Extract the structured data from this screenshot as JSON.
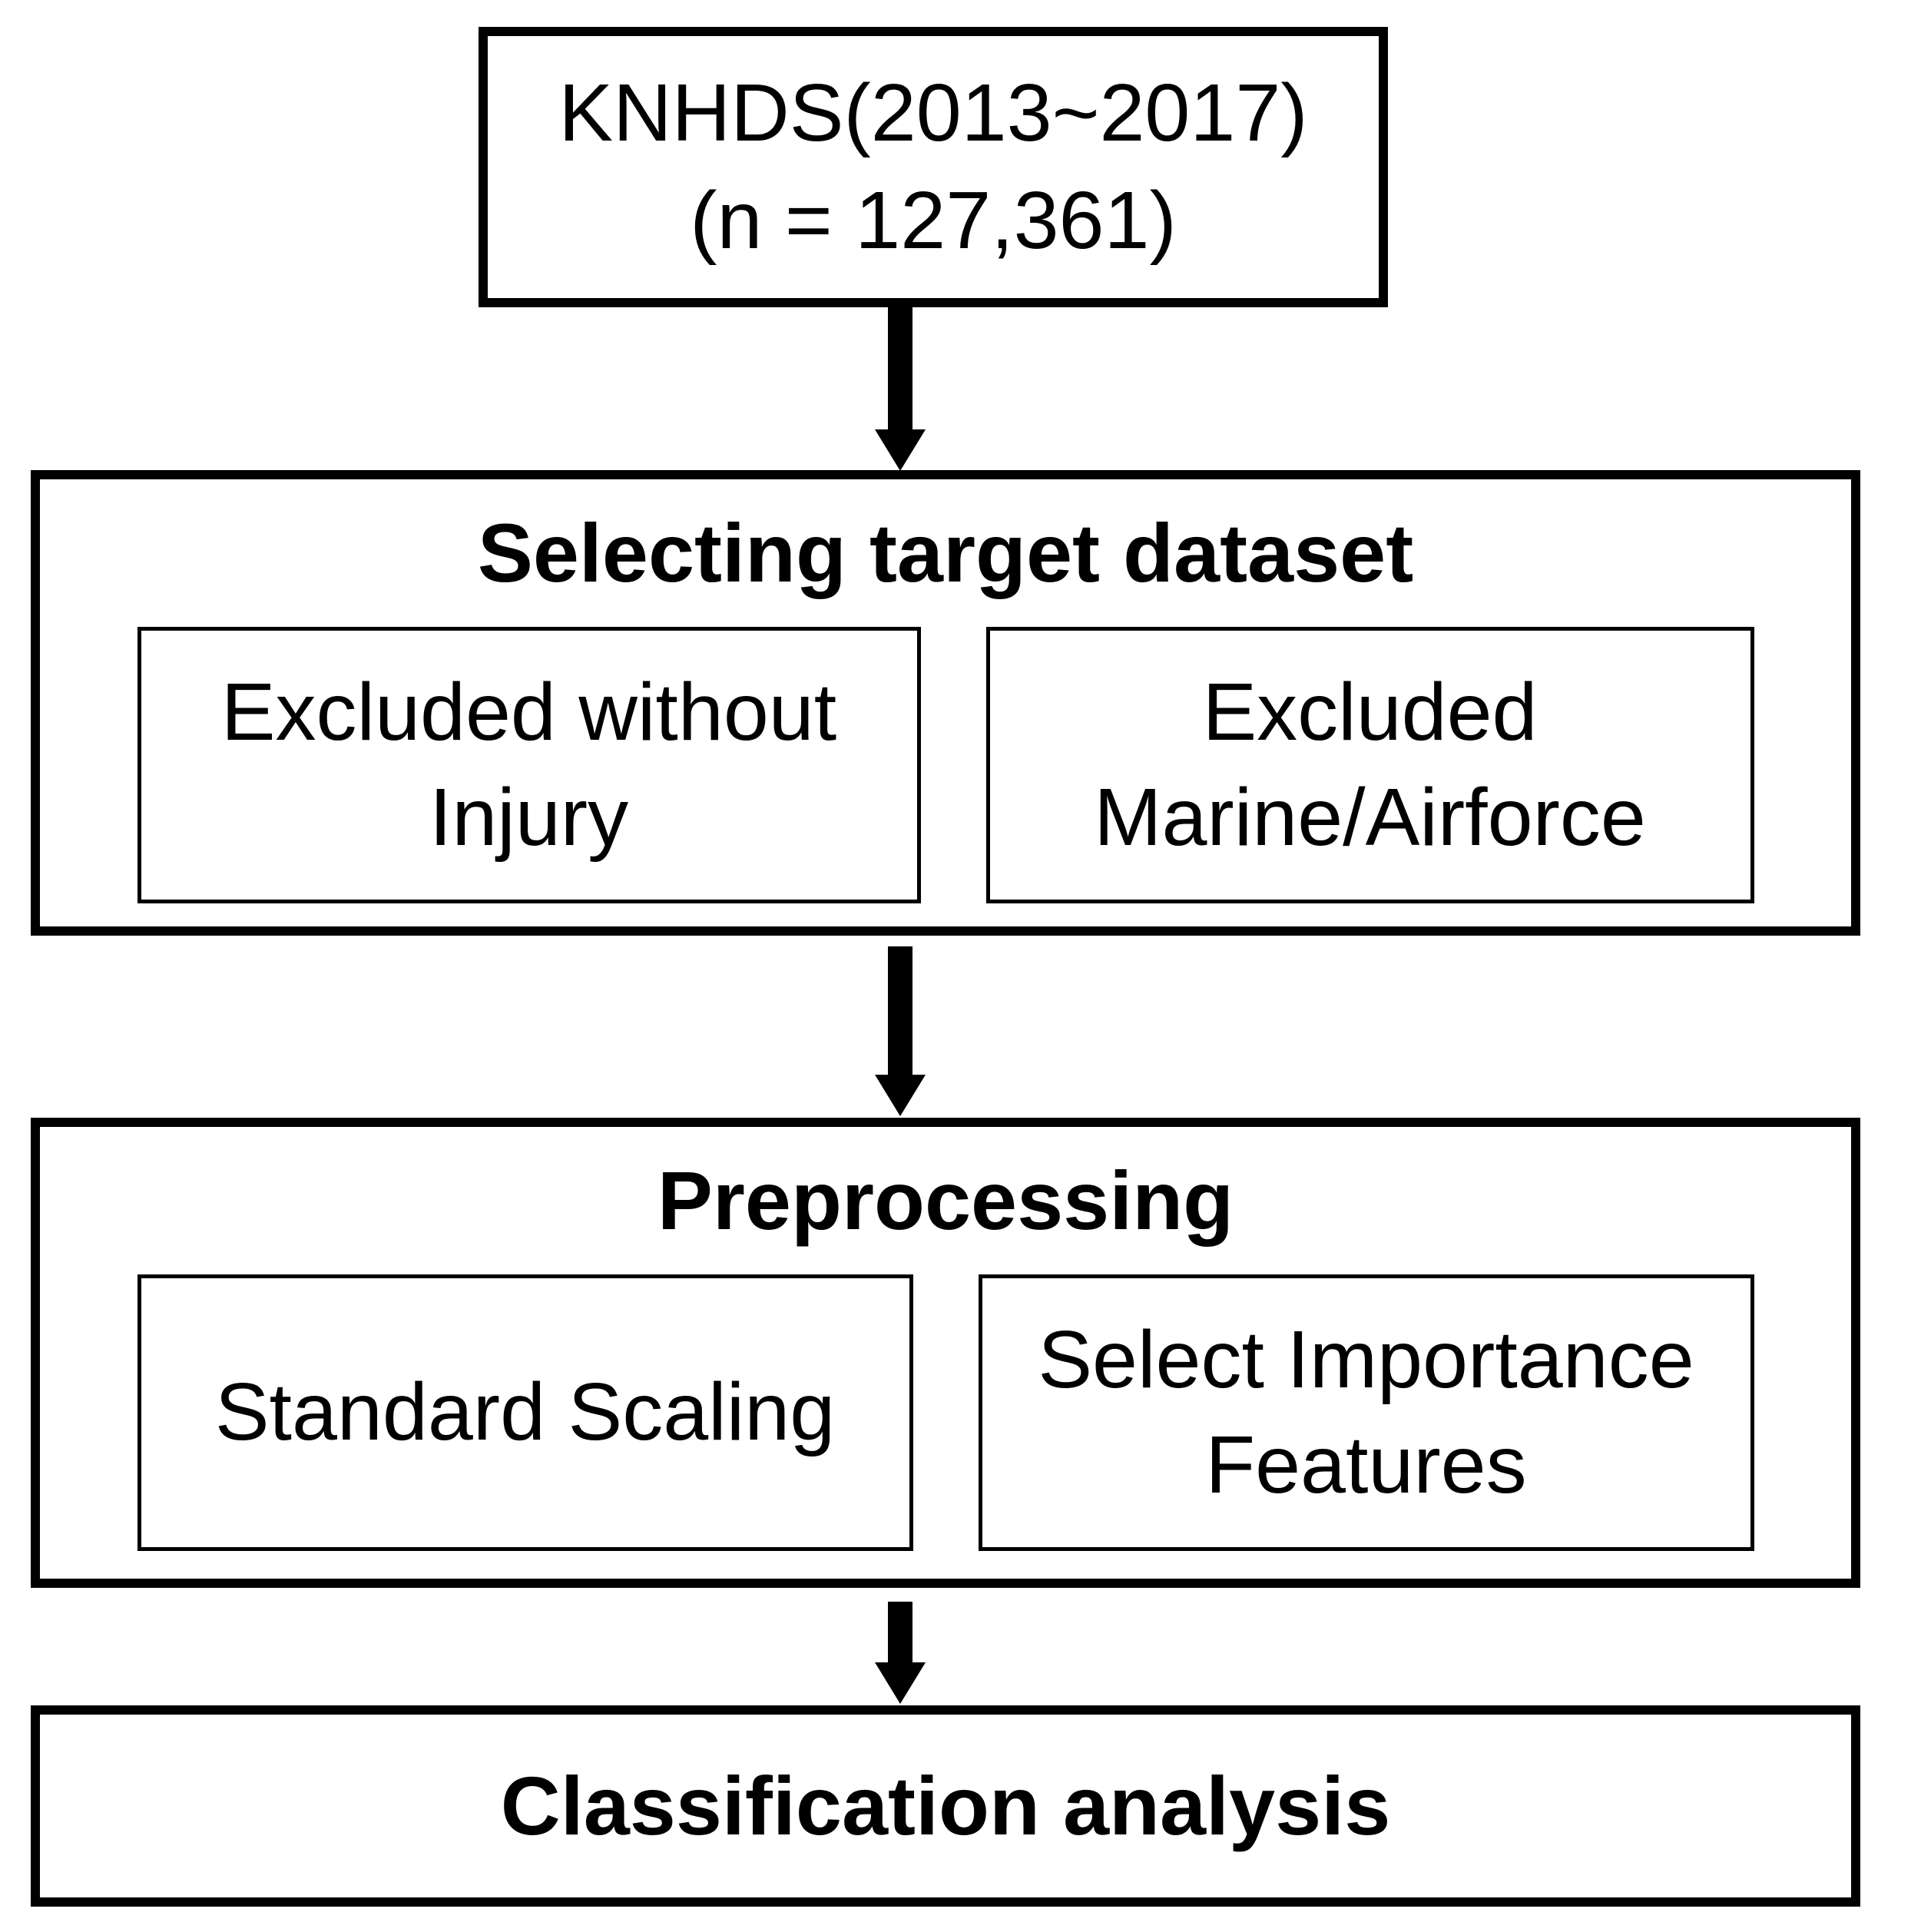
{
  "flow": {
    "source": {
      "text": "KNHDS(2013~2017)\n(n = 127,361)"
    },
    "sections": [
      {
        "title": "Selecting target dataset",
        "boxes": [
          {
            "text": "Excluded without\nInjury"
          },
          {
            "text": "Excluded\nMarine/Airforce"
          }
        ]
      },
      {
        "title": "Preprocessing",
        "boxes": [
          {
            "text": "Standard Scaling"
          },
          {
            "text": "Select Importance\nFeatures"
          }
        ]
      },
      {
        "title": "Classification analysis",
        "boxes": []
      }
    ],
    "arrows": {
      "style": "filled-down-arrow",
      "count": 3,
      "color": "#000000"
    },
    "colors": {
      "line": "#000000",
      "background": "#ffffff",
      "text": "#000000"
    }
  }
}
